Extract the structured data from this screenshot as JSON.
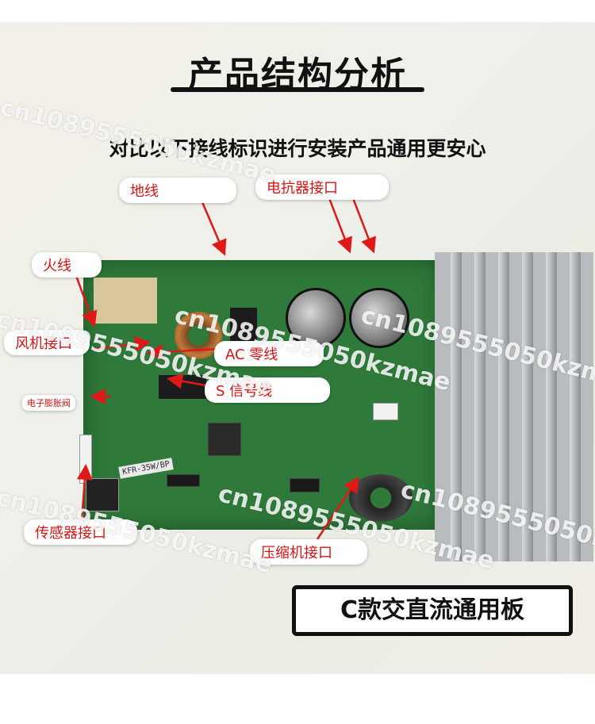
{
  "title": "产品结构分析",
  "subtitle": "对比以下接线标识进行安装产品通用更安心",
  "labels": {
    "ground": "地线",
    "reactor": "电抗器接口",
    "live": "火线",
    "fan": "风机接口",
    "ac": "AC 零线",
    "signal": "S 信号线",
    "eev": "电子膨胀阀",
    "sensor": "传感器接口",
    "compressor": "压缩机接口"
  },
  "board_tag": "KFR-35W/BP",
  "footer": "C款交直流通用板",
  "watermark": "cn1089555050kzmae",
  "colors": {
    "label_text": "#d41414",
    "arrow": "#e01818",
    "board": "#2f7a3a"
  }
}
